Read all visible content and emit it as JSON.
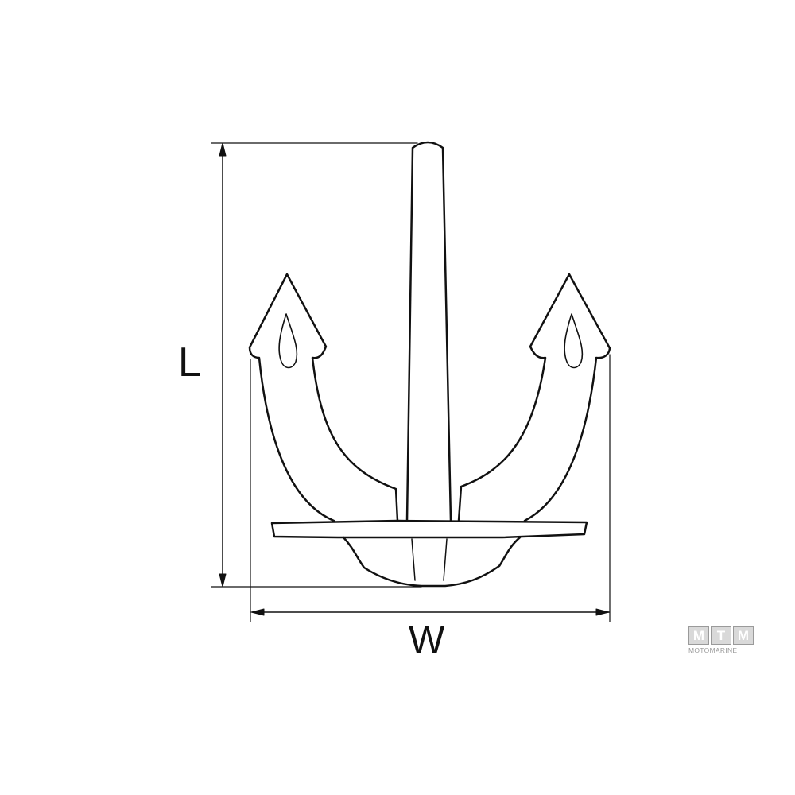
{
  "dimensions": {
    "length_label": "L",
    "width_label": "W"
  },
  "logo": {
    "letters": [
      "M",
      "T",
      "M"
    ],
    "subtitle": "MOTOMARINE"
  },
  "colors": {
    "line": "#111111",
    "background": "#ffffff",
    "logo_gray": "#9a9a9a"
  }
}
